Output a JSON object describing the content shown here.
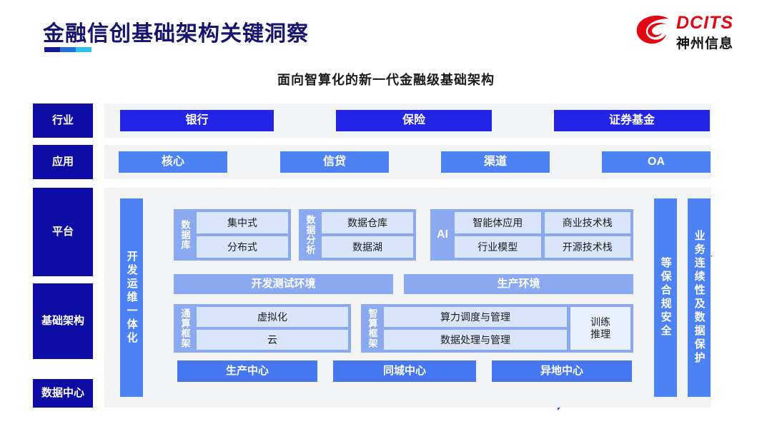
{
  "header": {
    "title": "金融信创基础架构关键洞察",
    "accent_colors": [
      "#17179e",
      "#1f6fe0",
      "#2ec0ee"
    ],
    "logo": {
      "en": "DCITS",
      "cn": "神州信息",
      "mark": "swoosh-logo-icon",
      "color": "#e30613"
    }
  },
  "subtitle": "面向智算化的新一代金融级基础架构",
  "colors": {
    "navy": "#0d0da6",
    "vivid_blue": "#2424e6",
    "mid_blue": "#4d82f5",
    "soft_blue": "#8aa9f0",
    "cell_blue": "#d8e5fb",
    "panel_gray": "#f2f3f5"
  },
  "row_labels": [
    {
      "id": "industry",
      "label": "行业"
    },
    {
      "id": "application",
      "label": "应用"
    },
    {
      "id": "platform",
      "label": "平台"
    },
    {
      "id": "infrastructure",
      "label": "基础架构"
    },
    {
      "id": "datacenter",
      "label": "数据中心"
    }
  ],
  "industry_row": [
    "银行",
    "保险",
    "证券基金"
  ],
  "application_row": [
    "核心",
    "信贷",
    "渠道",
    "OA"
  ],
  "side_bars": {
    "left": "开发运维一体化",
    "right_inner": "等保合规安全",
    "right_outer": "业务连续性及数据保护"
  },
  "platform": {
    "database": {
      "label": "数据库",
      "items": [
        "集中式",
        "分布式"
      ]
    },
    "analytics": {
      "label": "数据分析",
      "items": [
        "数据仓库",
        "数据湖"
      ]
    },
    "ai": {
      "label": "AI",
      "items": [
        "智能体应用",
        "商业技术栈",
        "行业模型",
        "开源技术栈"
      ]
    },
    "environments": [
      "开发测试环境",
      "生产环境"
    ]
  },
  "infrastructure": {
    "general_compute": {
      "label": "通算框架",
      "items": [
        "虚拟化",
        "云"
      ]
    },
    "intelligent_compute": {
      "label": "智算框架",
      "items": [
        "算力调度与管理",
        "数据处理与管理"
      ],
      "aside": "训练\n推理"
    }
  },
  "datacenter_row": [
    "生产中心",
    "同城中心",
    "异地中心"
  ]
}
